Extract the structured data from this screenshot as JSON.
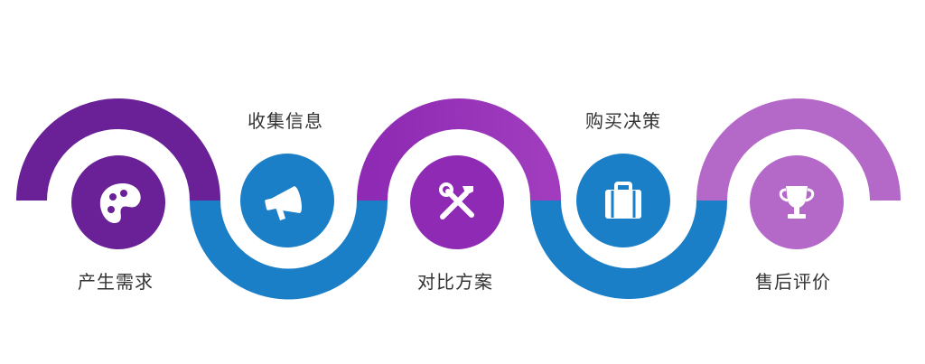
{
  "steps": [
    {
      "label": "产生需求",
      "icon": "palette-icon",
      "color": "#6a2197"
    },
    {
      "label": "收集信息",
      "icon": "megaphone-icon",
      "color": "#1b7fc8"
    },
    {
      "label": "对比方案",
      "icon": "tools-icon",
      "color": "#8e2ab3"
    },
    {
      "label": "购买决策",
      "icon": "briefcase-icon",
      "color": "#1b7fc8"
    },
    {
      "label": "售后评价",
      "icon": "trophy-icon",
      "color": "#b468c7"
    }
  ],
  "colors": {
    "purple_dark": "#6a2197",
    "purple_mid": "#8e2ab3",
    "purple_light": "#b468c7",
    "blue": "#1b7fc8",
    "text": "#333333"
  }
}
